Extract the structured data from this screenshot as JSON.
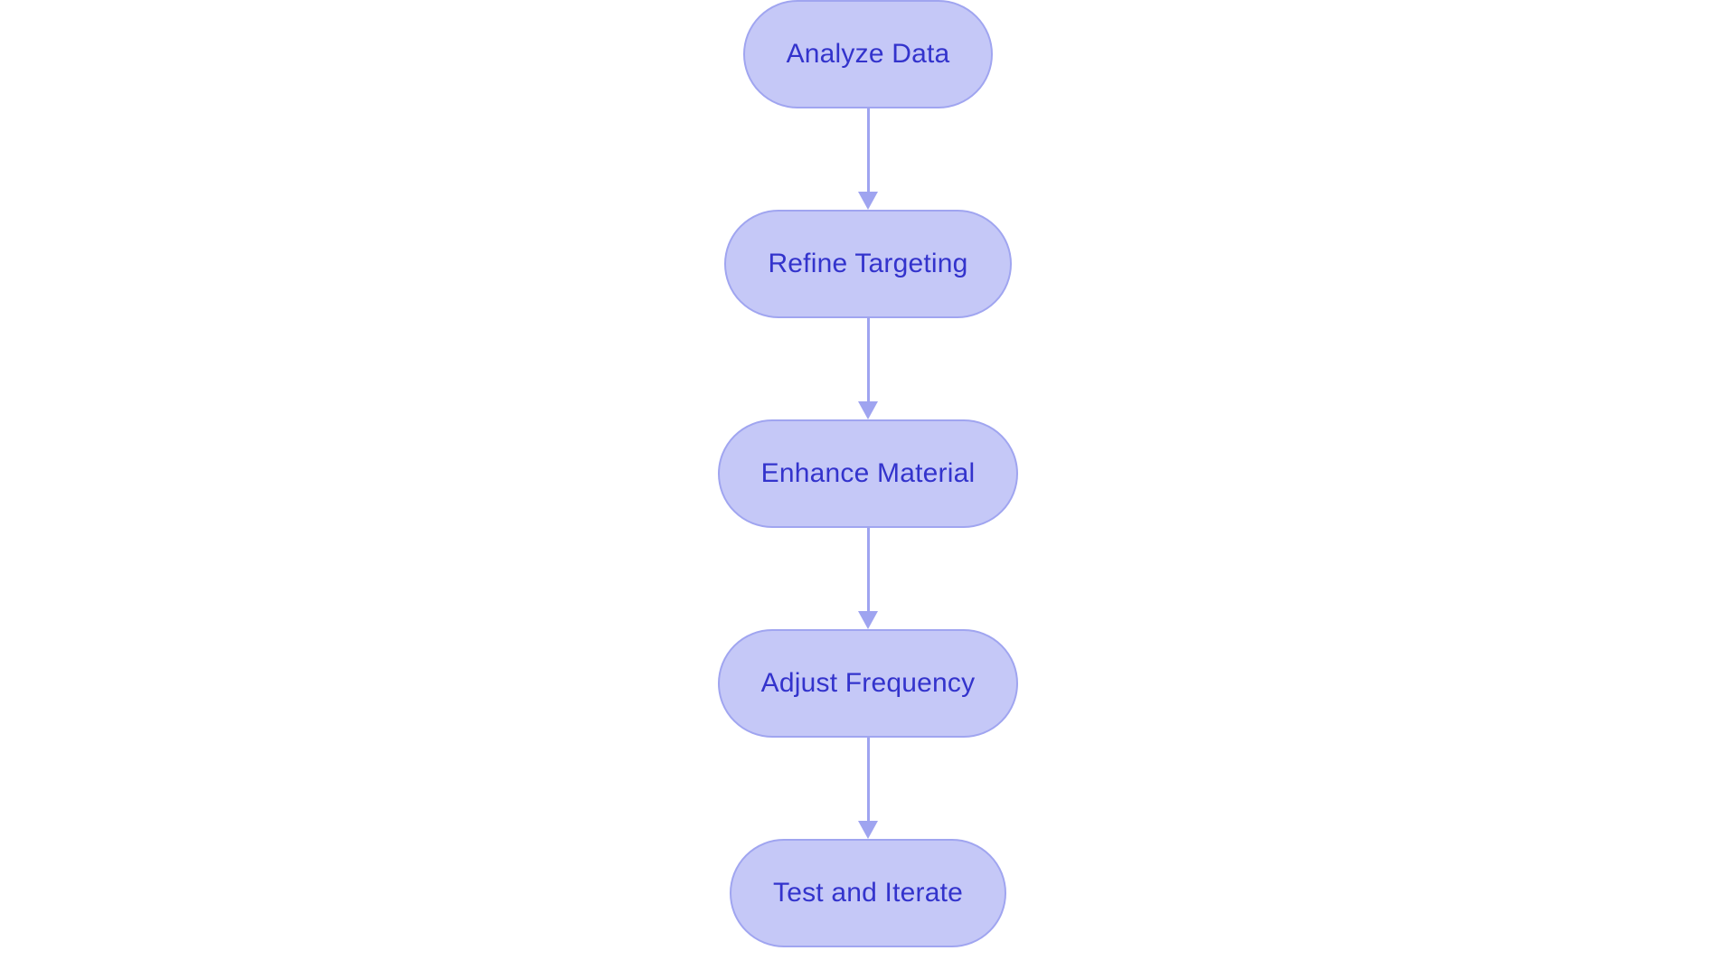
{
  "diagram": {
    "type": "flowchart",
    "orientation": "vertical-top-to-bottom",
    "background_color": "#ffffff",
    "node_style": {
      "shape": "stadium",
      "fill_color": "#c5c8f7",
      "border_color": "#a0a5f0",
      "text_color": "#3333cc"
    },
    "connector_style": {
      "line_color": "#9fa4f0",
      "arrowhead": "solid-triangle-down"
    },
    "nodes": [
      {
        "id": "analyze-data",
        "label": "Analyze Data"
      },
      {
        "id": "refine-targeting",
        "label": "Refine Targeting"
      },
      {
        "id": "enhance-material",
        "label": "Enhance Material"
      },
      {
        "id": "adjust-frequency",
        "label": "Adjust Frequency"
      },
      {
        "id": "test-and-iterate",
        "label": "Test and Iterate"
      }
    ],
    "edges": [
      {
        "from": "analyze-data",
        "to": "refine-targeting"
      },
      {
        "from": "refine-targeting",
        "to": "enhance-material"
      },
      {
        "from": "enhance-material",
        "to": "adjust-frequency"
      },
      {
        "from": "adjust-frequency",
        "to": "test-and-iterate"
      }
    ]
  }
}
